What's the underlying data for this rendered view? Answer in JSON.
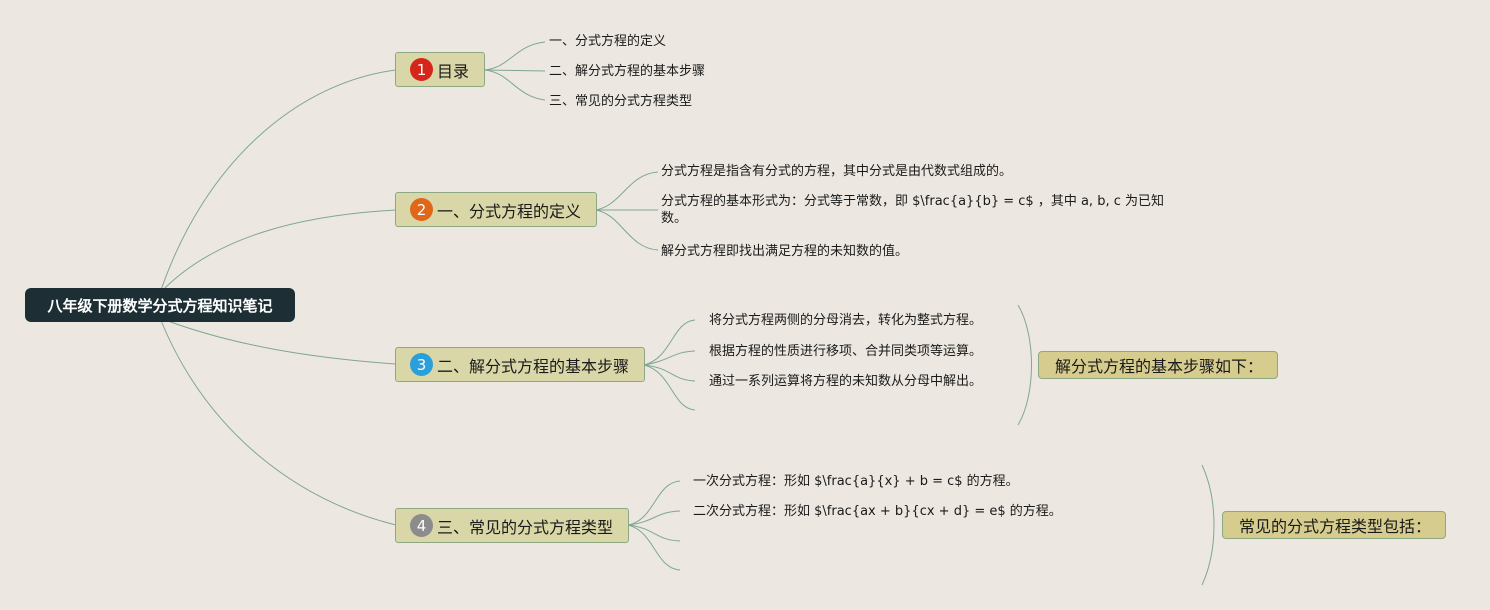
{
  "root": "八年级下册数学分式方程知识笔记",
  "colors": {
    "background": "#ece8e1",
    "root_fill": "#1d2f35",
    "branch_fill": "#d9d7a8",
    "summary_fill": "#d6cc8e",
    "line": "#7fa78f",
    "badge_1": "#d6261b",
    "badge_2": "#e0661a",
    "badge_3": "#2b9fd9",
    "badge_4": "#8c8c8c"
  },
  "branches": [
    {
      "badge": "1",
      "icon": "number-1-red-circle-icon",
      "label": "目录",
      "leaves": [
        "一、分式方程的定义",
        "二、解分式方程的基本步骤",
        "三、常见的分式方程类型"
      ]
    },
    {
      "badge": "2",
      "icon": "number-2-orange-circle-icon",
      "label": "一、分式方程的定义",
      "leaves": [
        "分式方程是指含有分式的方程，其中分式是由代数式组成的。",
        "分式方程的基本形式为：分式等于常数，即 $\\frac{a}{b} = c$ ，其中 a, b, c 为已知数。",
        "解分式方程即找出满足方程的未知数的值。"
      ]
    },
    {
      "badge": "3",
      "icon": "number-3-blue-circle-icon",
      "label": "二、解分式方程的基本步骤",
      "leaves": [
        "将分式方程两侧的分母消去，转化为整式方程。",
        "根据方程的性质进行移项、合并同类项等运算。",
        "通过一系列运算将方程的未知数从分母中解出。",
        ""
      ],
      "summary": "解分式方程的基本步骤如下："
    },
    {
      "badge": "4",
      "icon": "number-4-gray-circle-icon",
      "label": "三、常见的分式方程类型",
      "leaves": [
        "一次分式方程：形如 $\\frac{a}{x} + b = c$ 的方程。",
        "二次分式方程：形如 $\\frac{ax + b}{cx + d} = e$ 的方程。",
        "",
        ""
      ],
      "summary": "常见的分式方程类型包括："
    }
  ]
}
